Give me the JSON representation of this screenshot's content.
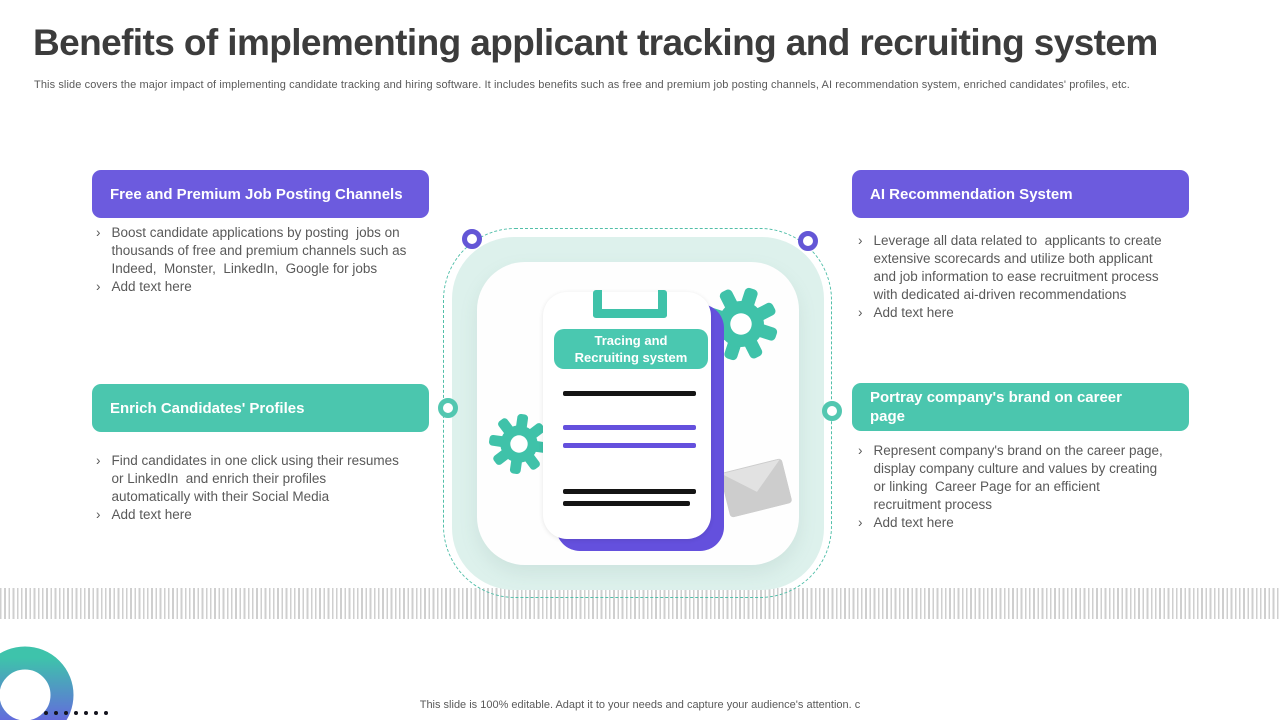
{
  "slide": {
    "title": "Benefits of implementing applicant tracking and recruiting system",
    "subtitle": "This slide covers the major impact of implementing candidate tracking and hiring software. It includes benefits such as free and premium job posting channels, AI recommendation system, enriched candidates' profiles, etc.",
    "footer": "This slide is 100% editable.  Adapt it to your needs and capture your audience's attention. c"
  },
  "marker": "›",
  "cards": {
    "top_left": {
      "header": "Free and Premium Job Posting Channels",
      "bullets": [
        "Boost candidate applications by posting  jobs on thousands of free and premium channels such as Indeed,  Monster,  LinkedIn,  Google for jobs",
        "Add text here"
      ]
    },
    "top_right": {
      "header": "AI Recommendation System",
      "bullets": [
        "Leverage all data related to  applicants to create extensive scorecards and utilize both applicant  and job information to ease recruitment process with dedicated ai-driven recommendations",
        "Add text here"
      ]
    },
    "bottom_left": {
      "header": "Enrich Candidates' Profiles",
      "bullets": [
        "Find candidates in one click using their resumes or LinkedIn  and enrich their profiles automatically with their Social Media",
        "Add text here"
      ]
    },
    "bottom_right": {
      "header": "Portray  company's brand on career page",
      "bullets": [
        "Represent company's brand on the career page, display company culture and values by creating or linking  Career Page for an efficient recruitment process",
        "Add text here"
      ]
    }
  },
  "center_graphic": {
    "label_line1": "Tracing and",
    "label_line2": "Recruiting system"
  },
  "colors": {
    "purple_accent": "#6C5BDE",
    "teal_accent": "#4BC6AE",
    "mint_background": "#DDF1EC",
    "doc_line_purple": "#6450DD",
    "body_text": "#595959",
    "title_text": "#3C3C3C",
    "stripe_gray": "#CFCFCF"
  }
}
